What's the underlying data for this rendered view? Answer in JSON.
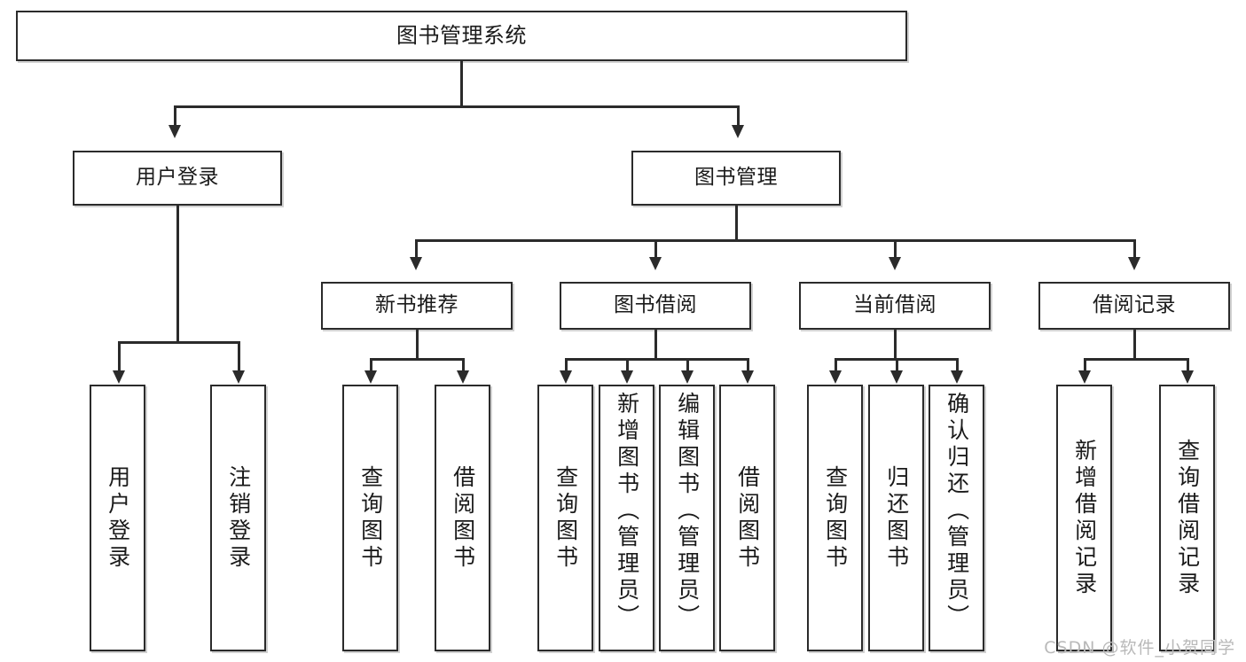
{
  "diagram": {
    "type": "tree-hierarchy-chart",
    "title": "图书管理系统",
    "style": {
      "box_border_color": "#2b2b2b",
      "box_fill_color": "#ffffff",
      "text_color": "#1a1a1a",
      "background_color": "#ffffff",
      "watermark_color": "#b9b9b9"
    },
    "levels": {
      "level1": [
        "图书管理系统"
      ],
      "level2": [
        "用户登录",
        "图书管理"
      ],
      "level3": [
        "新书推荐",
        "图书借阅",
        "当前借阅",
        "借阅记录"
      ],
      "level4": [
        "用户登录",
        "注销登录",
        "查询图书",
        "借阅图书",
        "查询图书",
        "新增图书（管理员）",
        "编辑图书（管理员）",
        "借阅图书",
        "查询图书",
        "归还图书",
        "确认归还（管理员）",
        "新增借阅记录",
        "查询借阅记录"
      ]
    },
    "nodes": {
      "root": {
        "label": "图书管理系统"
      },
      "user_login": {
        "label": "用户登录"
      },
      "book_mgmt": {
        "label": "图书管理"
      },
      "new_book_rec": {
        "label": "新书推荐"
      },
      "book_borrow": {
        "label": "图书借阅"
      },
      "current_borrow": {
        "label": "当前借阅"
      },
      "borrow_record": {
        "label": "借阅记录"
      },
      "leaf_user_login": {
        "label": "用户登录"
      },
      "leaf_logout": {
        "label": "注销登录"
      },
      "leaf_query_book_1": {
        "label": "查询图书"
      },
      "leaf_borrow_book_1": {
        "label": "借阅图书"
      },
      "leaf_query_book_2": {
        "label": "查询图书"
      },
      "leaf_add_book_admin": {
        "label": "新增图书（管理员）"
      },
      "leaf_edit_book_admin": {
        "label": "编辑图书（管理员）"
      },
      "leaf_borrow_book_2": {
        "label": "借阅图书"
      },
      "leaf_query_book_3": {
        "label": "查询图书"
      },
      "leaf_return_book": {
        "label": "归还图书"
      },
      "leaf_confirm_return_admin": {
        "label": "确认归还（管理员）"
      },
      "leaf_add_borrow_record": {
        "label": "新增借阅记录"
      },
      "leaf_query_borrow_record": {
        "label": "查询借阅记录"
      }
    },
    "edges": [
      {
        "from": "图书管理系统",
        "to": "用户登录"
      },
      {
        "from": "图书管理系统",
        "to": "图书管理"
      },
      {
        "from": "用户登录",
        "to": "用户登录"
      },
      {
        "from": "用户登录",
        "to": "注销登录"
      },
      {
        "from": "图书管理",
        "to": "新书推荐"
      },
      {
        "from": "图书管理",
        "to": "图书借阅"
      },
      {
        "from": "图书管理",
        "to": "当前借阅"
      },
      {
        "from": "图书管理",
        "to": "借阅记录"
      },
      {
        "from": "新书推荐",
        "to": "查询图书"
      },
      {
        "from": "新书推荐",
        "to": "借阅图书"
      },
      {
        "from": "图书借阅",
        "to": "查询图书"
      },
      {
        "from": "图书借阅",
        "to": "新增图书（管理员）"
      },
      {
        "from": "图书借阅",
        "to": "编辑图书（管理员）"
      },
      {
        "from": "图书借阅",
        "to": "借阅图书"
      },
      {
        "from": "当前借阅",
        "to": "查询图书"
      },
      {
        "from": "当前借阅",
        "to": "归还图书"
      },
      {
        "from": "当前借阅",
        "to": "确认归还（管理员）"
      },
      {
        "from": "借阅记录",
        "to": "新增借阅记录"
      },
      {
        "from": "借阅记录",
        "to": "查询借阅记录"
      }
    ]
  },
  "watermark": {
    "text": "CSDN @软件_小贺同学"
  }
}
